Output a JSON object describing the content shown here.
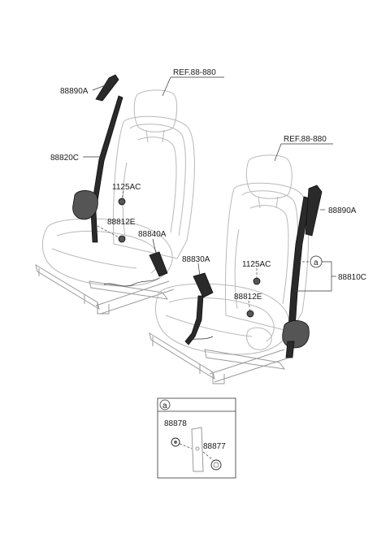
{
  "labels": {
    "ref_left": "REF.88-880",
    "ref_right": "REF.88-880",
    "anchor_upper_left": "88890A",
    "belt_left": "88820C",
    "bolt_1125ac_left": "1125AC",
    "bolt_88812e_left": "88812E",
    "buckle_left": "88840A",
    "buckle_right": "88830A",
    "bolt_1125ac_right": "1125AC",
    "bolt_88812e_right": "88812E",
    "anchor_upper_right": "88890A",
    "belt_right": "88810C",
    "callout_a": "a"
  },
  "detail_box": {
    "header": "a",
    "part_1": "88878",
    "part_2": "88877"
  },
  "colors": {
    "line": "#333333",
    "seat_outline": "#b9b9b9",
    "belt": "#2a2a2a"
  }
}
